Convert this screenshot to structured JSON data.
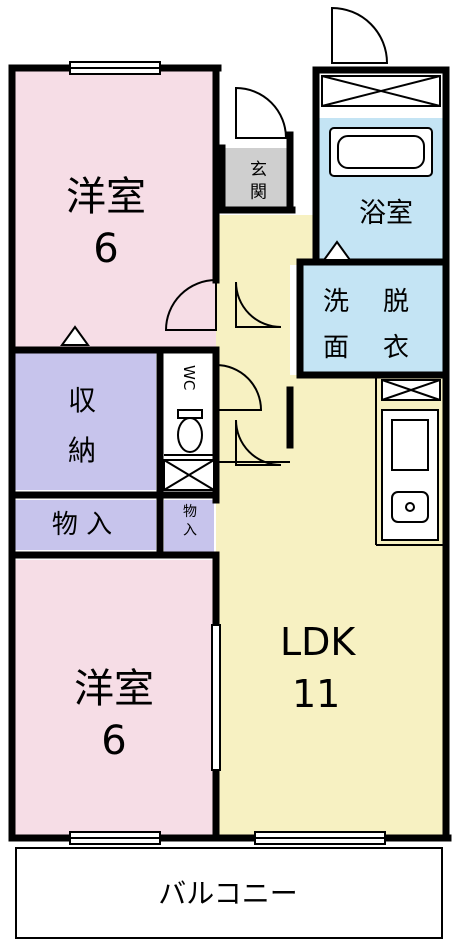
{
  "rooms": {
    "western_room_1": {
      "name": "洋室",
      "size": "6"
    },
    "western_room_2": {
      "name": "洋室",
      "size": "6"
    },
    "storage_closet": {
      "line1": "収",
      "line2": "納"
    },
    "storage_1": "物 入",
    "storage_2": "物 入",
    "entrance": "玄 関",
    "bathroom": "浴室",
    "washroom": {
      "line1": "洗",
      "line2": "面",
      "line3": "脱",
      "line4": "衣"
    },
    "toilet": "WC",
    "ldk": {
      "name": "LDK",
      "size": "11"
    },
    "balcony": "バルコニー"
  },
  "colors": {
    "western_room": "#f6dde6",
    "storage": "#c7c4ec",
    "ldk": "#f7f1c2",
    "bath": "#c4e4f4",
    "entrance": "#cfcfcf",
    "wall": "#000000"
  }
}
